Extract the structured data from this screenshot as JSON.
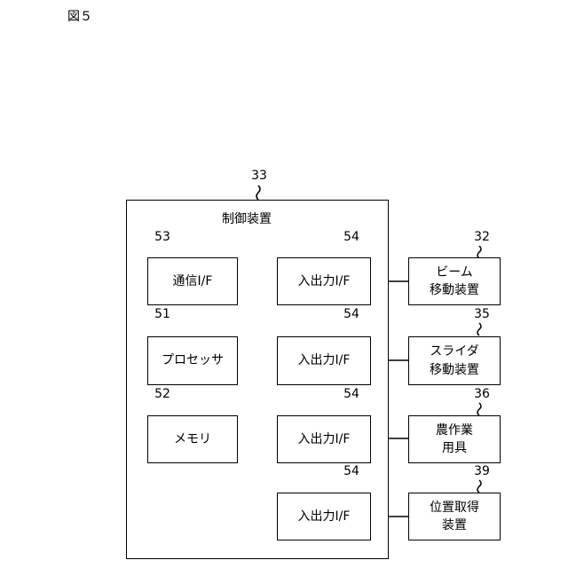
{
  "figure_label": "図５",
  "control_device": {
    "ref": "33",
    "label": "制御装置"
  },
  "comm_if": {
    "ref": "53",
    "label": "通信I/F"
  },
  "processor": {
    "ref": "51",
    "label": "プロセッサ"
  },
  "memory": {
    "ref": "52",
    "label": "メモリ"
  },
  "io_ifs": [
    {
      "ref": "54",
      "label": "入出力I/F"
    },
    {
      "ref": "54",
      "label": "入出力I/F"
    },
    {
      "ref": "54",
      "label": "入出力I/F"
    },
    {
      "ref": "54",
      "label": "入出力I/F"
    }
  ],
  "devices": [
    {
      "ref": "32",
      "line1": "ビーム",
      "line2": "移動装置"
    },
    {
      "ref": "35",
      "line1": "スライダ",
      "line2": "移動装置"
    },
    {
      "ref": "36",
      "line1": "農作業",
      "line2": "用具"
    },
    {
      "ref": "39",
      "line1": "位置取得",
      "line2": "装置"
    }
  ]
}
